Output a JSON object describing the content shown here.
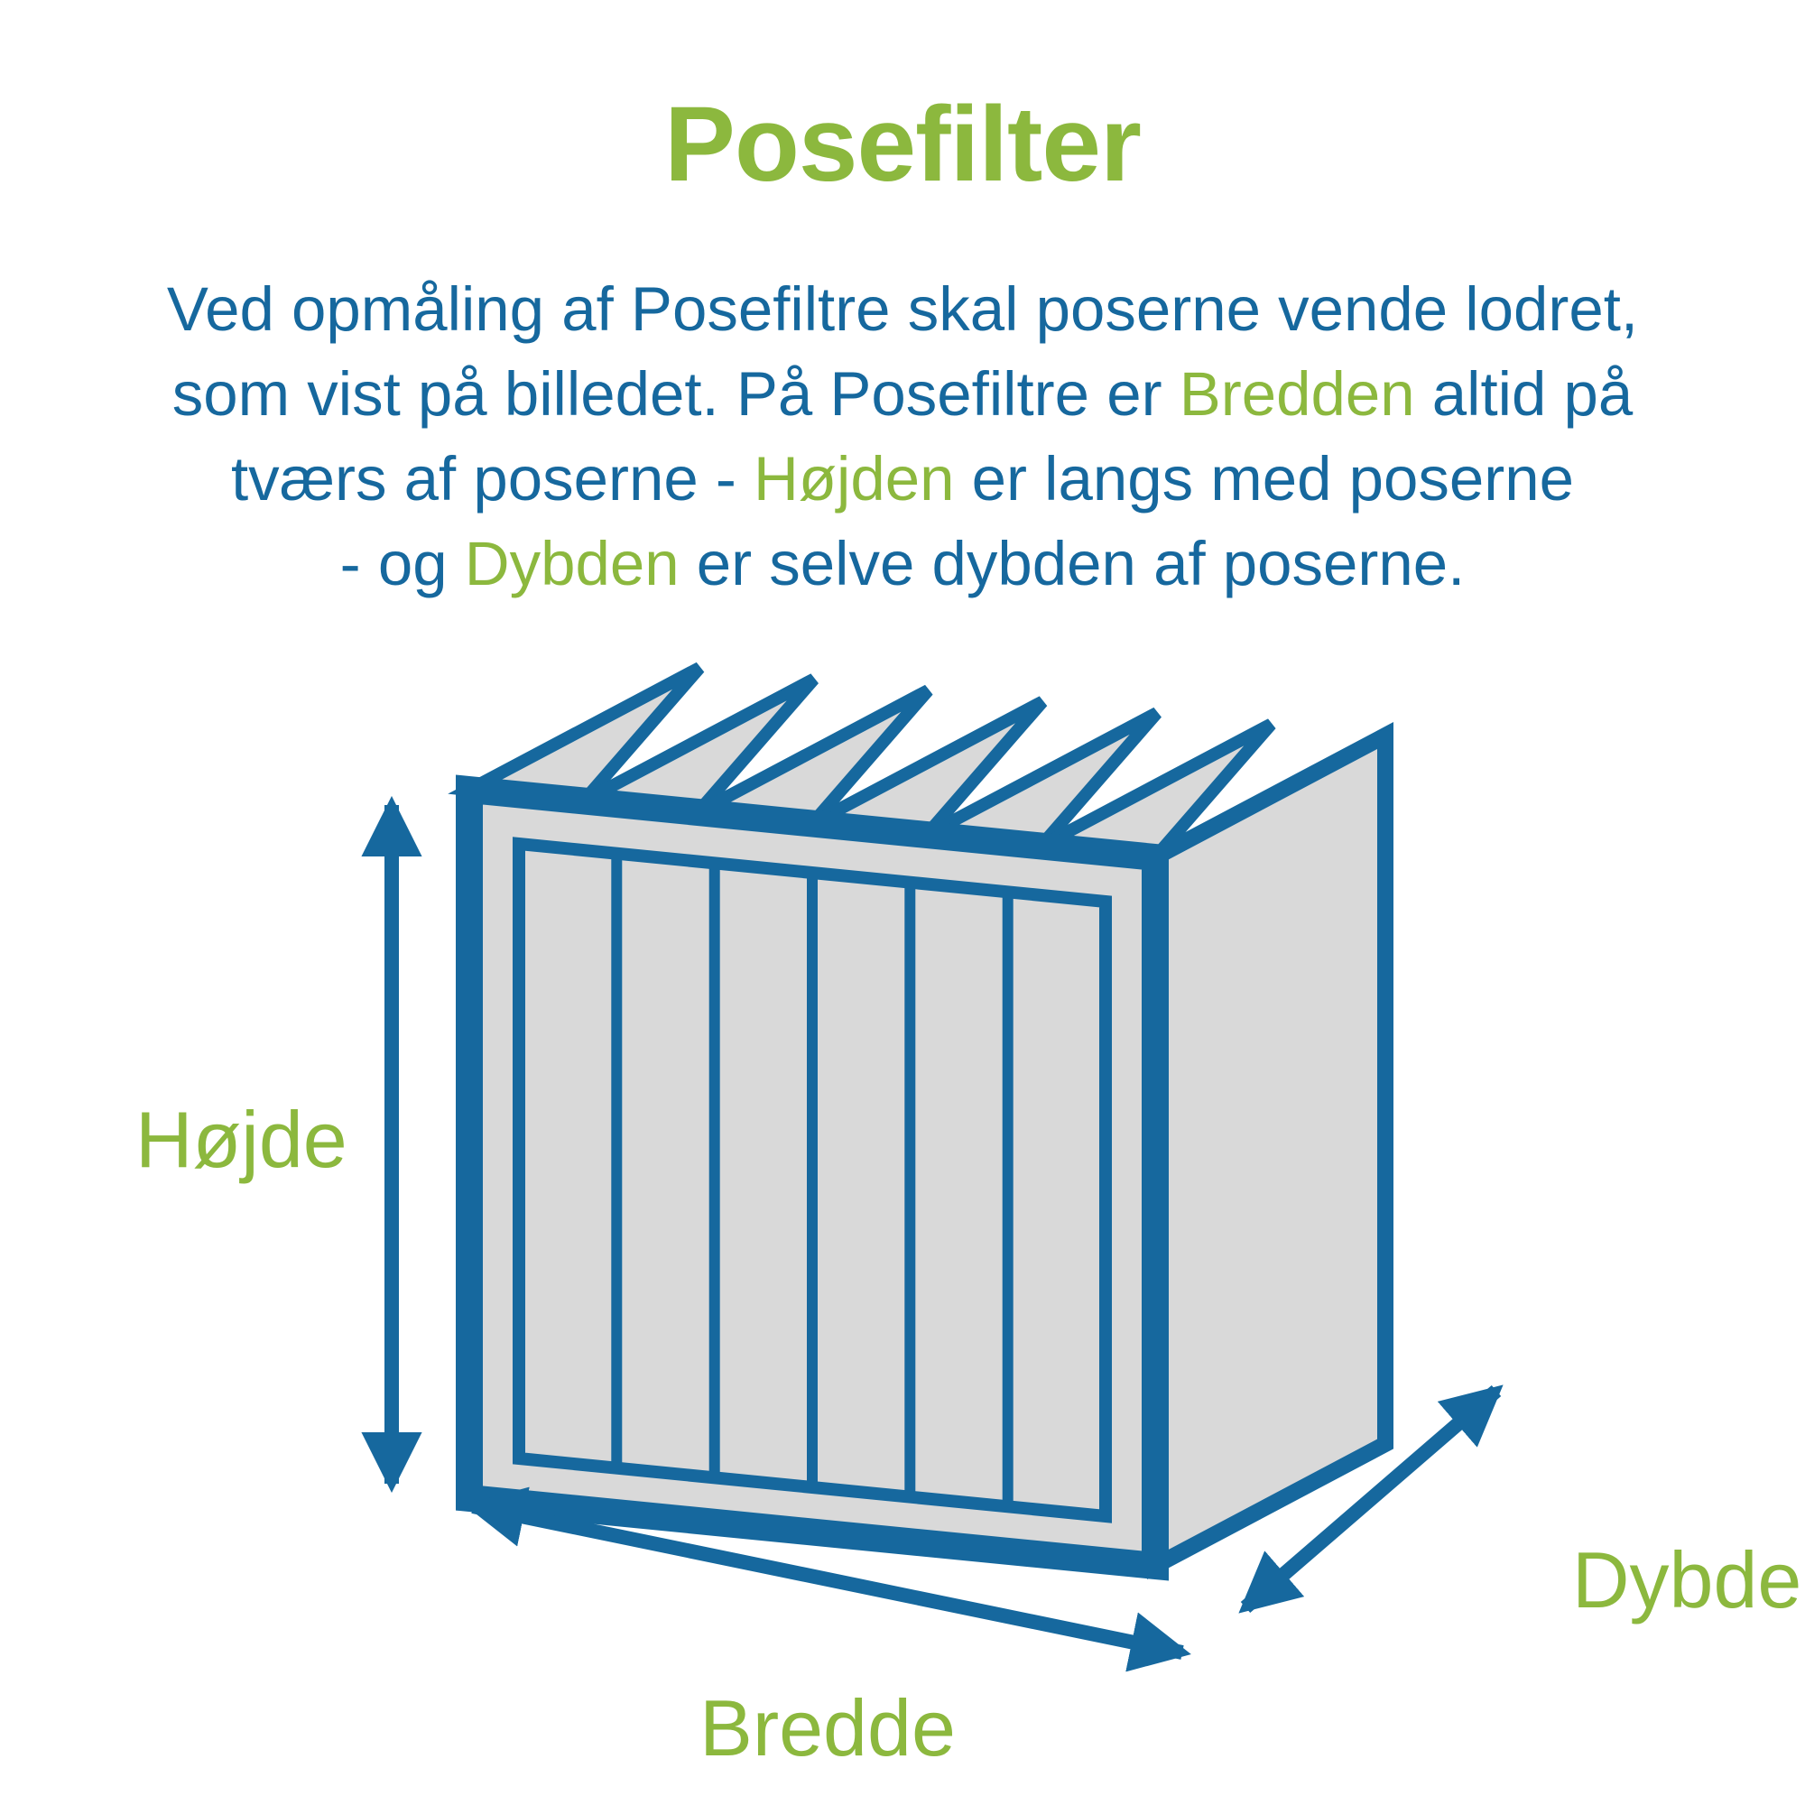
{
  "colors": {
    "green": "#8CB83E",
    "blue": "#16689E",
    "gray": "#D9D9D9",
    "background": "#FFFFFF"
  },
  "title": "Posefilter",
  "intro": {
    "line1": "Ved opmåling af Posefiltre skal poserne vende lodret,",
    "line2_pre": "som vist på billedet. På Posefiltre er ",
    "line2_highlight": "Bredden",
    "line2_post": " altid på",
    "line3_pre": "tværs af poserne - ",
    "line3_highlight": "Højden",
    "line3_post": " er langs med poserne",
    "line4_pre": "- og ",
    "line4_highlight": "Dybden",
    "line4_post": " er selve dybden af poserne."
  },
  "diagram": {
    "type": "bag-filter measurement illustration",
    "bag_count": 6,
    "labels": {
      "height": "Højde",
      "width": "Bredde",
      "depth": "Dybde"
    }
  }
}
